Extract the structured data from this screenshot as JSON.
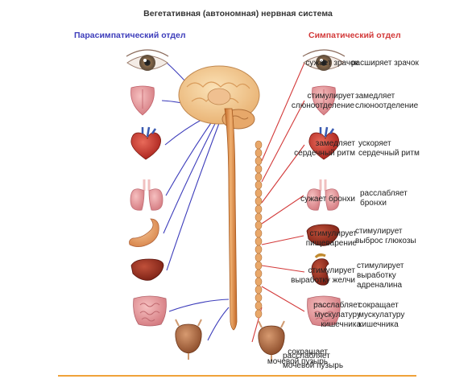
{
  "title": "Вегетативная (автономная) нервная система",
  "parasympathetic": {
    "heading": "Парасимпатический отдел",
    "color": "#3d3dbb",
    "items": [
      {
        "icon": "eye-icon",
        "label": "сужает зрачок"
      },
      {
        "icon": "tongue-icon",
        "label": "стимулирует\nслюноотделение"
      },
      {
        "icon": "heart-icon",
        "label": "замедляет\nсердечный ритм"
      },
      {
        "icon": "lungs-icon",
        "label": "сужает бронхи"
      },
      {
        "icon": "stomach-icon",
        "label": "стимулирует\nпищеварение"
      },
      {
        "icon": "liver-icon",
        "label": "стимулирует\nвыработку желчи"
      },
      {
        "icon": "intestine-icon",
        "label": "расслабляет\nмускулатуру\nкишечника"
      },
      {
        "icon": "bladder-icon",
        "label": "сокращает\nмочевой пузырь"
      }
    ]
  },
  "sympathetic": {
    "heading": "Симпатический отдел",
    "color": "#d33a3a",
    "items": [
      {
        "icon": "eye-icon",
        "label": "расширяет зрачок"
      },
      {
        "icon": "tongue-icon",
        "label": "замедляет\nслюноотделение"
      },
      {
        "icon": "heart-icon",
        "label": "ускоряет\nсердечный ритм"
      },
      {
        "icon": "lungs-icon",
        "label": "расслабляет\nбронхи"
      },
      {
        "icon": "liver-icon",
        "label": "стимулирует\nвыброс глюкозы"
      },
      {
        "icon": "kidney-icon",
        "label": "стимулирует\nвыработку\nадреналина"
      },
      {
        "icon": "intestine-icon",
        "label": "сокращает\nмускулатуру\nкишечника"
      },
      {
        "icon": "bladder-icon",
        "label": "расслабляет\nмочевой пузырь"
      }
    ]
  },
  "center_icons": [
    "brain-icon",
    "spinal-cord-icon",
    "sympathetic-chain-icon"
  ]
}
